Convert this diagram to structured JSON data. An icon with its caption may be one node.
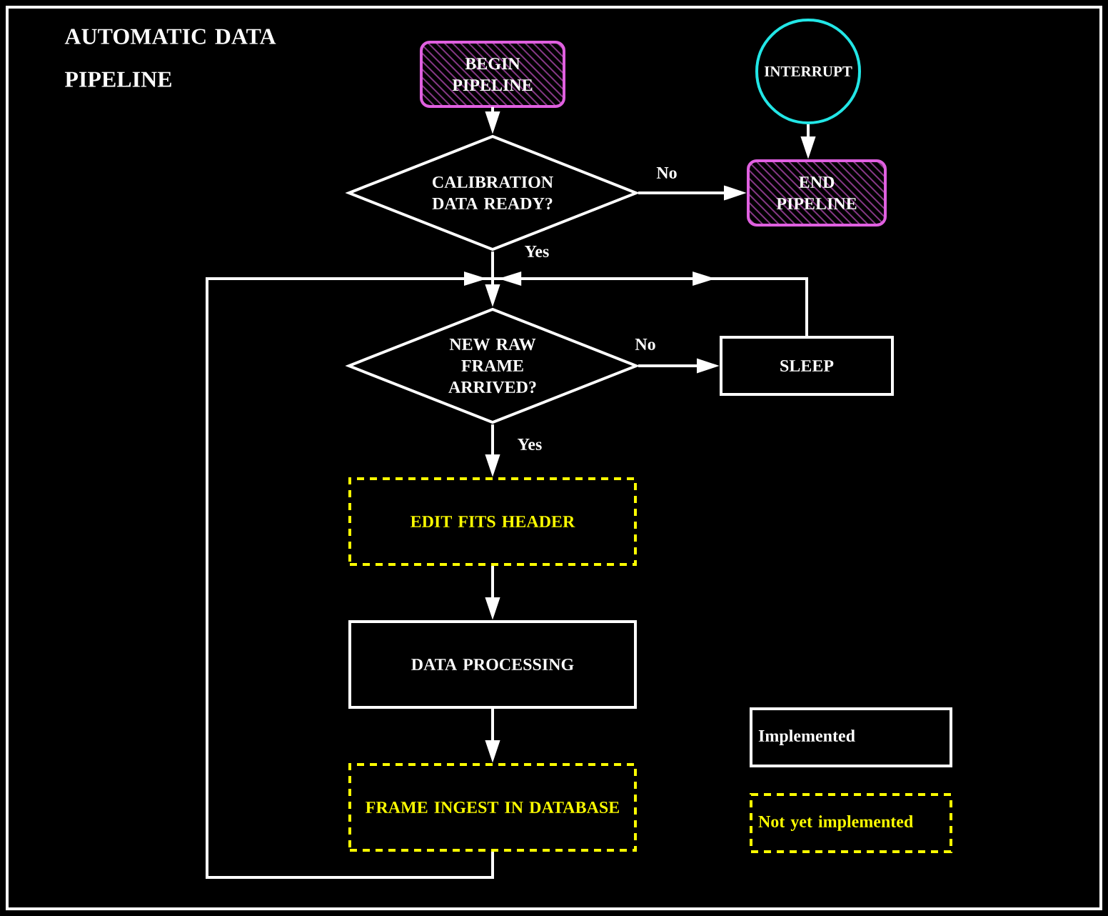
{
  "diagram": {
    "title": "AUTOMATIC DATA PIPELINE",
    "nodes": [
      {
        "text": [
          "BEGIN PIPELINE"
        ]
      },
      {
        "text": [
          "INTERRUPT"
        ]
      },
      {
        "text": [
          "CALIBRATION DATA READY?"
        ]
      },
      {
        "text": [
          "END PIPELINE"
        ]
      },
      {
        "text": [
          "NEW RAW FRAME ARRIVED?"
        ]
      },
      {
        "text": [
          "SLEEP"
        ]
      },
      {
        "text": [
          "EDIT FITS HEADER"
        ]
      },
      {
        "text": [
          "DATA PROCESSING"
        ]
      },
      {
        "text": [
          "FRAME INGEST IN DATABASE"
        ]
      }
    ],
    "edges": [
      {
        "from": 0,
        "to": 2,
        "arrow": "to"
      },
      {
        "from": 1,
        "to": 3,
        "arrow": "to"
      },
      {
        "from": 2,
        "to": 3,
        "arrow": "to",
        "label": "No"
      },
      {
        "from": 2,
        "to": 4,
        "arrow": "to",
        "label": "Yes"
      },
      {
        "from": 4,
        "to": 5,
        "arrow": "to",
        "label": "No"
      },
      {
        "from": 5,
        "to": 4,
        "arrow": "to"
      },
      {
        "from": 4,
        "to": 6,
        "arrow": "to",
        "label": "Yes"
      },
      {
        "from": 6,
        "to": 7,
        "arrow": "to"
      },
      {
        "from": 7,
        "to": 8,
        "arrow": "to"
      },
      {
        "from": 8,
        "to": 4,
        "arrow": "to"
      }
    ],
    "legend": [
      {
        "text": "Implemented"
      },
      {
        "text": "Not yet implemented"
      }
    ]
  }
}
